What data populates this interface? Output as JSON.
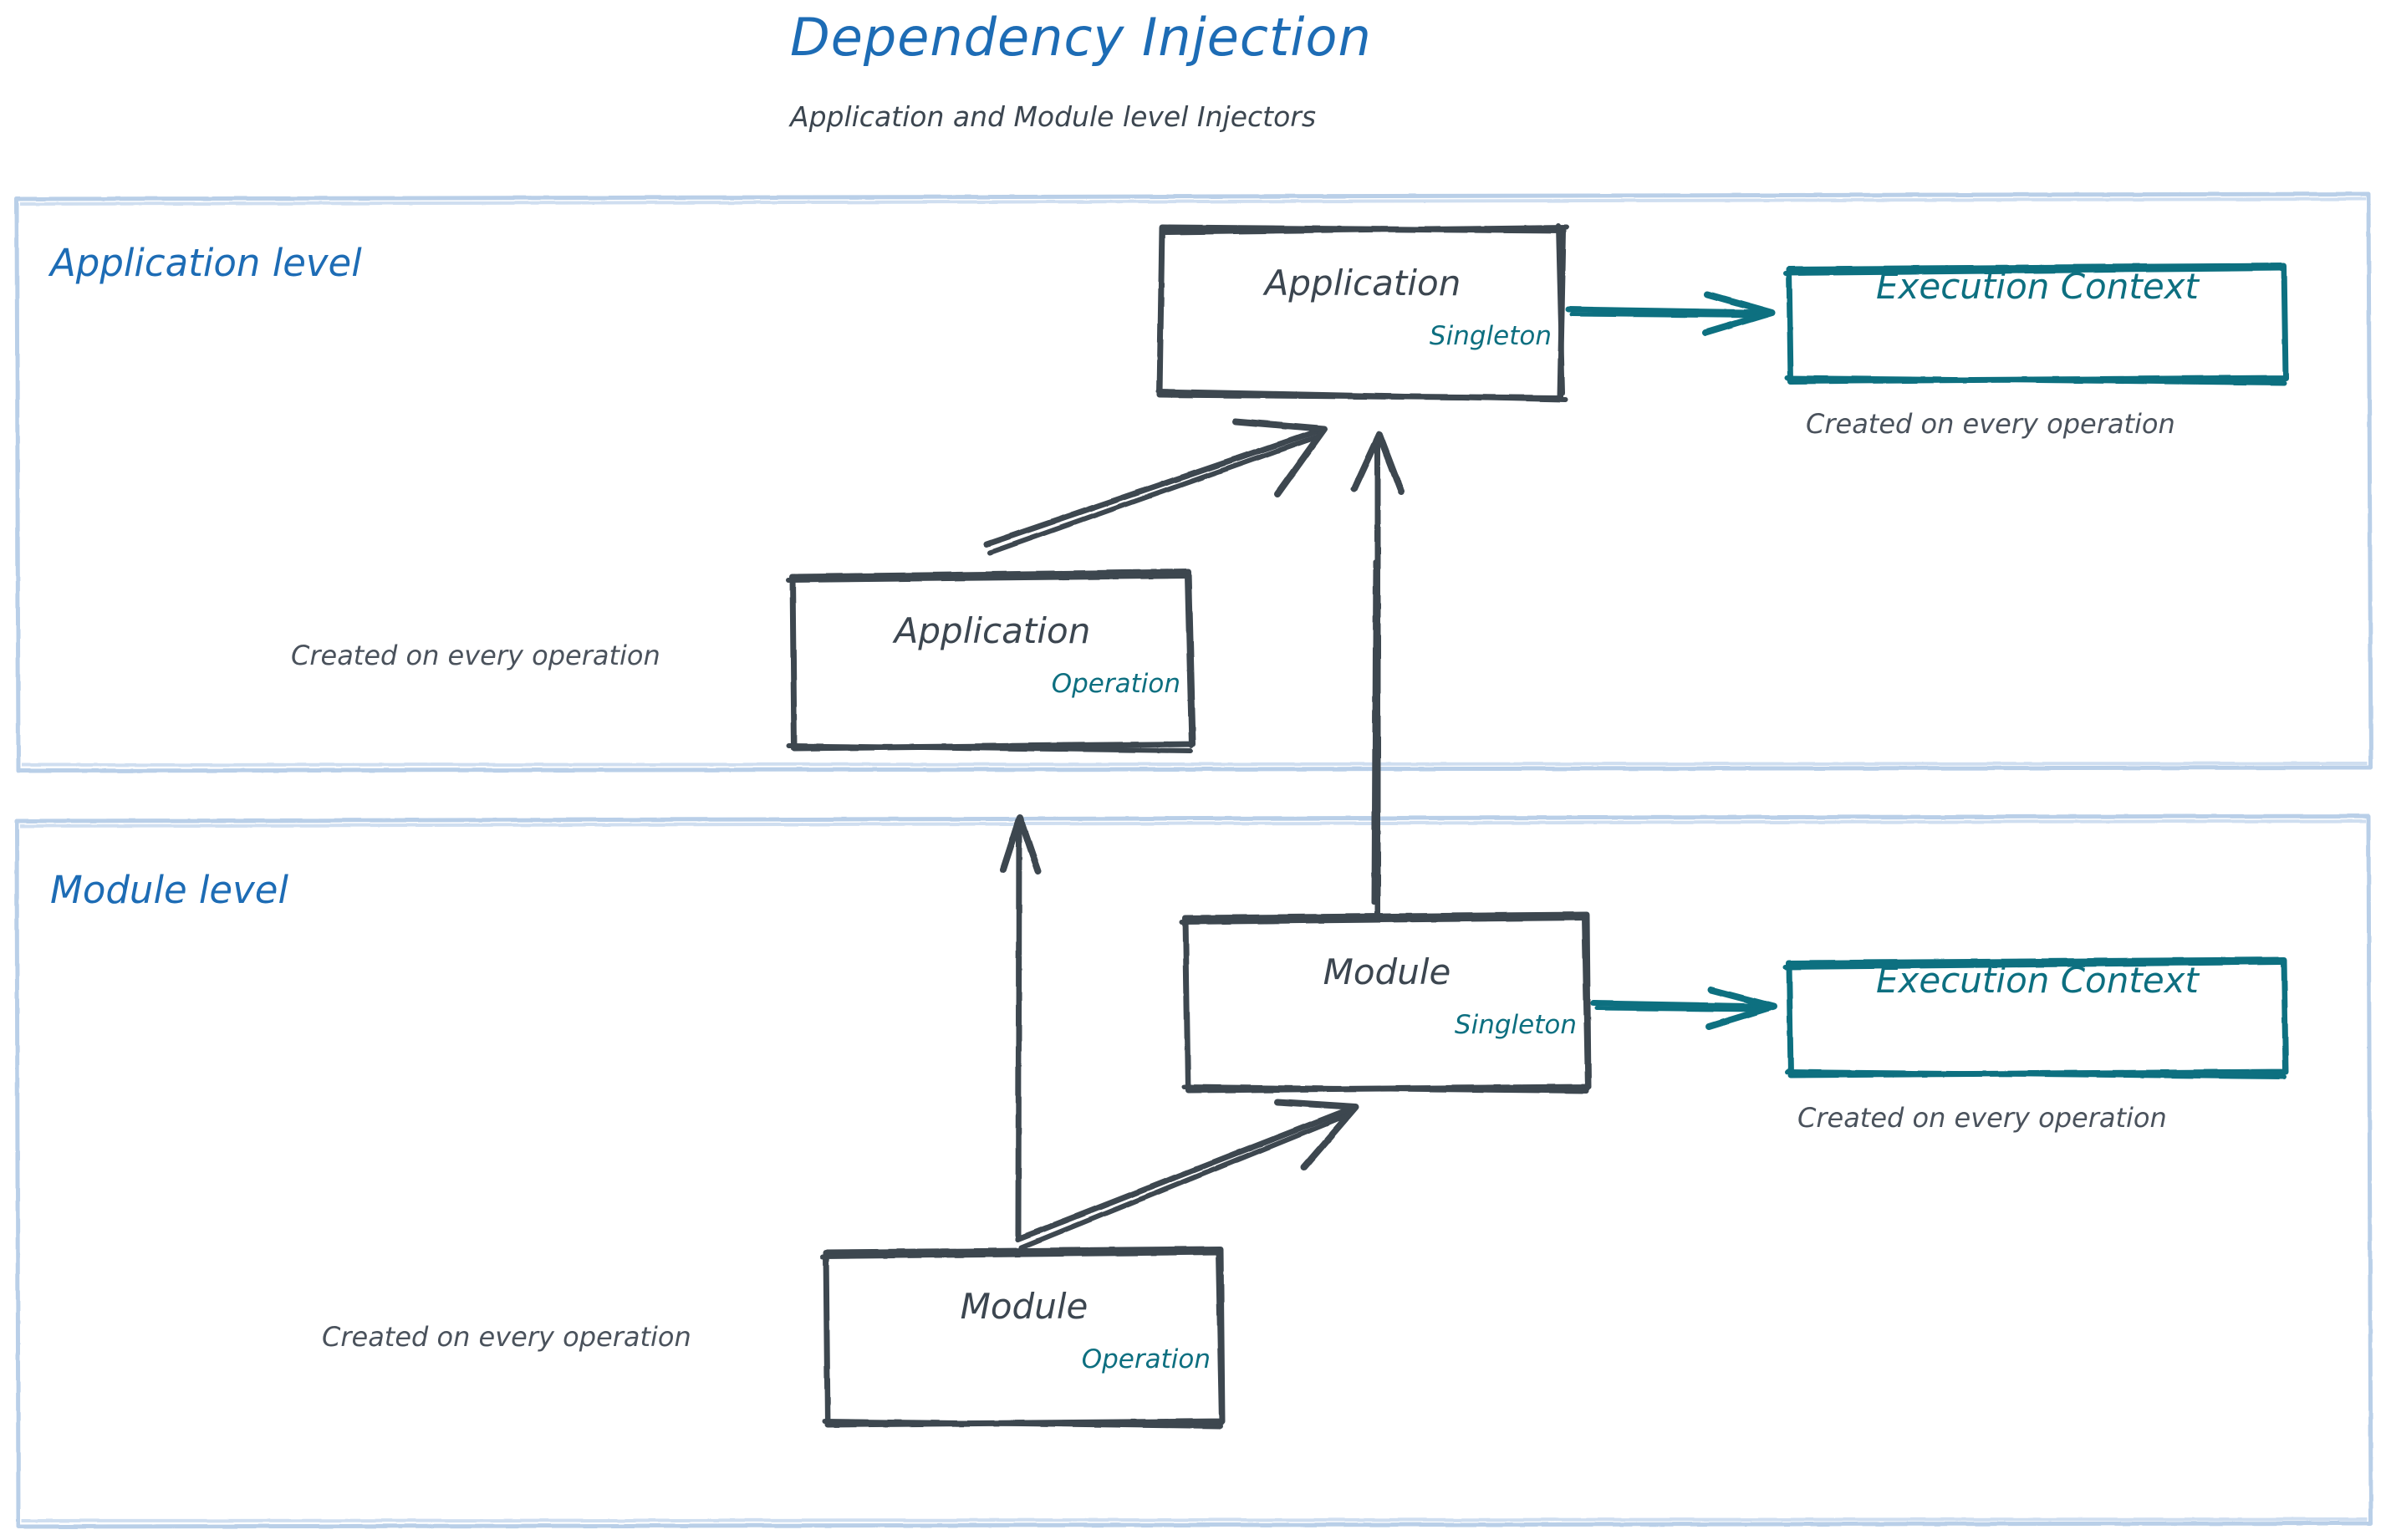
{
  "header": {
    "title": "Dependency Injection",
    "subtitle": "Application and Module level Injectors"
  },
  "colors": {
    "title_blue": "#1d6cb5",
    "panel_blue": "#b9cfe8",
    "ink_gray": "#3c4650",
    "teal": "#0d6f80",
    "background": "#ffffff"
  },
  "sections": [
    {
      "id": "application-level",
      "label": "Application level"
    },
    {
      "id": "module-level",
      "label": "Module level"
    }
  ],
  "nodes": {
    "application_singleton": {
      "title": "Application",
      "scope": "Singleton"
    },
    "application_operation": {
      "title": "Application",
      "scope": "Operation"
    },
    "module_singleton": {
      "title": "Module",
      "scope": "Singleton"
    },
    "module_operation": {
      "title": "Module",
      "scope": "Operation"
    },
    "execution_context_app": {
      "title": "Execution Context"
    },
    "execution_context_module": {
      "title": "Execution Context"
    }
  },
  "captions": {
    "app_exec_context": "Created on every operation",
    "app_operation": "Created on every operation",
    "module_exec_context": "Created on every operation",
    "module_operation": "Created on every operation"
  },
  "arrows": [
    {
      "id": "app-singleton-to-exec-context",
      "color": "#0d6f80",
      "from": "application_singleton",
      "to": "execution_context_app"
    },
    {
      "id": "app-operation-to-app-singleton",
      "color": "#3c4650",
      "from": "application_operation",
      "to": "application_singleton"
    },
    {
      "id": "module-singleton-to-app-singleton",
      "color": "#3c4650",
      "from": "module_singleton",
      "to": "application_singleton"
    },
    {
      "id": "module-operation-to-app-operation",
      "color": "#3c4650",
      "from": "module_operation",
      "to": "application_operation"
    },
    {
      "id": "module-operation-to-module-singleton",
      "color": "#3c4650",
      "from": "module_operation",
      "to": "module_singleton"
    },
    {
      "id": "module-singleton-to-exec-context",
      "color": "#0d6f80",
      "from": "module_singleton",
      "to": "execution_context_module"
    }
  ]
}
